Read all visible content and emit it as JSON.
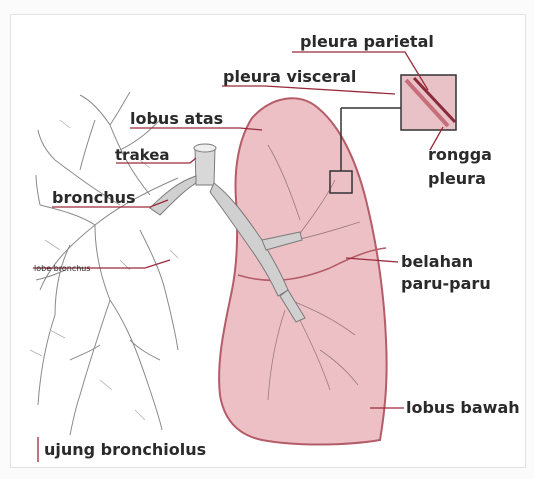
{
  "labels": {
    "pleura_parietal": "pleura parietal",
    "pleura_visceral": "pleura visceral",
    "lobus_atas": "lobus atas",
    "trakea": "trakea",
    "bronchus": "bronchus",
    "lobe_bronchus": "lobe bronchus",
    "rongga": "rongga",
    "pleura": "pleura",
    "belahan": "belahan",
    "paru_paru": "paru-paru",
    "lobus_bawah": "lobus bawah",
    "ujung_bronchiolus": "ujung bronchiolus"
  },
  "colors": {
    "lung_fill": "#ecc0c5",
    "lung_stroke": "#b45c68",
    "label_line": "#9a2a3a",
    "bronchial_tree": "#7a7a7a",
    "trachea": "#d8d8d8"
  }
}
